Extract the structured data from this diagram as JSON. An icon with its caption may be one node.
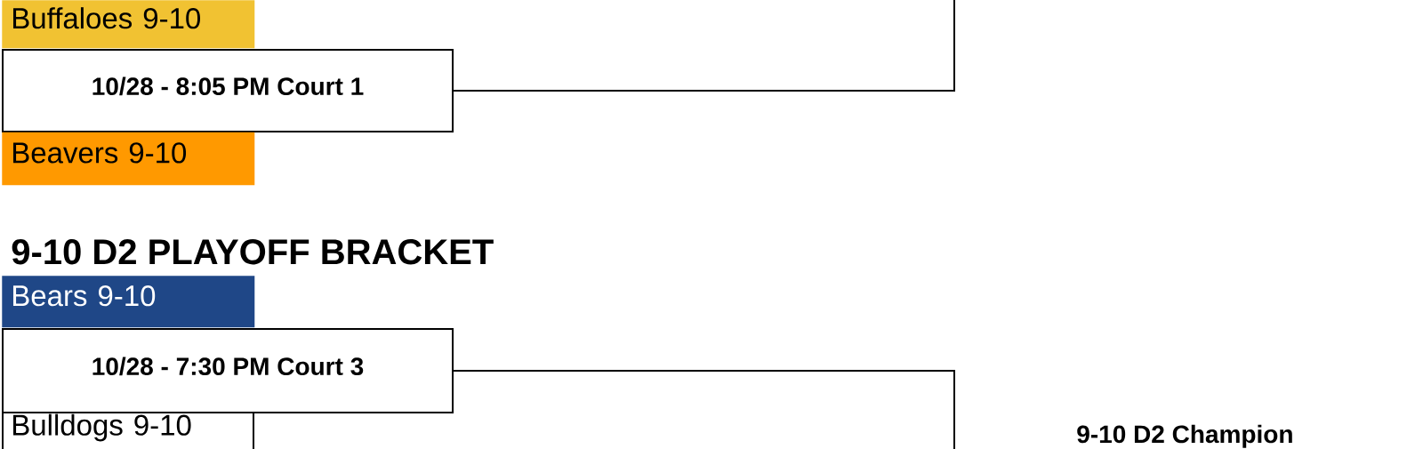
{
  "diagram": {
    "title": "9-10 D2 PLAYOFF BRACKET",
    "nodes": [
      {
        "text": [
          "Buffaloes 9-10"
        ]
      },
      {
        "text": [
          "10/28 - 8:05 PM Court 1"
        ]
      },
      {
        "text": [
          "Beavers 9-10"
        ]
      },
      {
        "text": [
          "Bears 9-10"
        ]
      },
      {
        "text": [
          "10/28 - 7:30 PM Court 3"
        ]
      },
      {
        "text": [
          "Bulldogs 9-10"
        ]
      }
    ],
    "edges": [
      {
        "from": 1,
        "to": null,
        "arrow": "none"
      },
      {
        "from": 4,
        "to": null,
        "arrow": "none"
      }
    ],
    "labels": [
      "9-10 D2 Champion"
    ]
  }
}
